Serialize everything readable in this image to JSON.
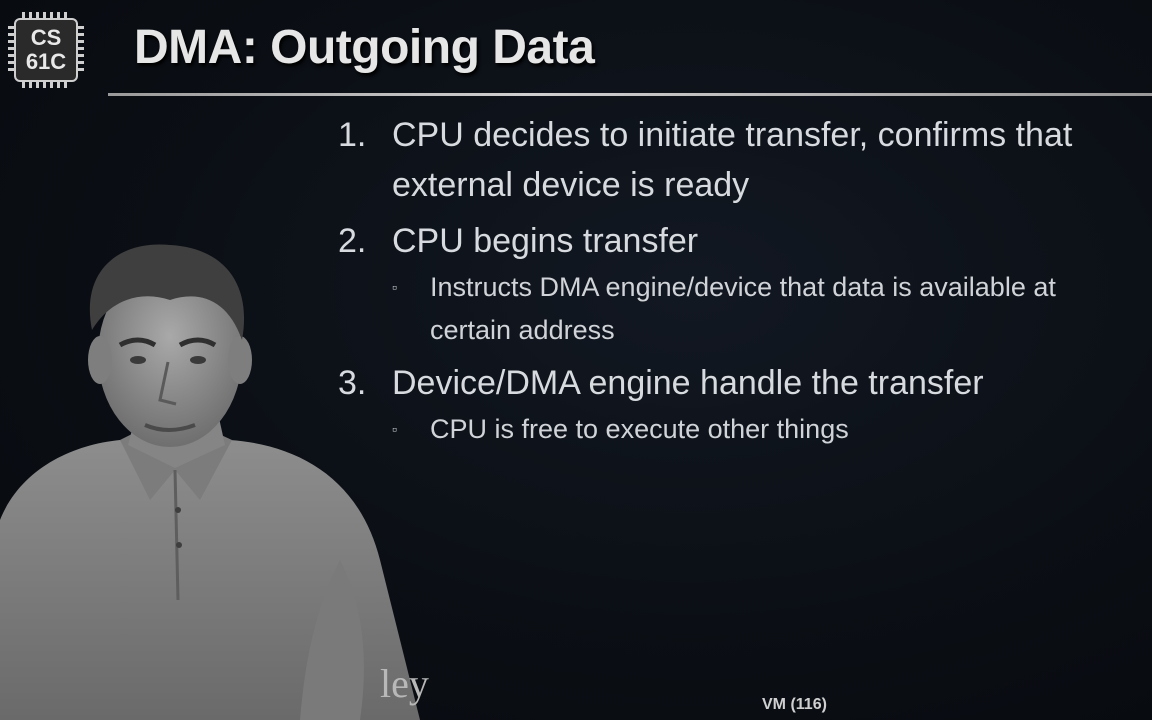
{
  "logo": {
    "line1": "CS",
    "line2": "61C"
  },
  "slide": {
    "title": "DMA: Outgoing Data",
    "items": [
      {
        "number": "1.",
        "text": "CPU decides to initiate transfer, confirms that\nexternal device is ready",
        "subs": []
      },
      {
        "number": "2.",
        "text": "CPU begins transfer",
        "subs": [
          {
            "bullet": "▫",
            "text": "Instructs DMA engine/device that data is available at\ncertain address"
          }
        ]
      },
      {
        "number": "3.",
        "text": "Device/DMA engine handle the transfer",
        "subs": [
          {
            "bullet": "▫",
            "text": "CPU is free to execute other things"
          }
        ]
      }
    ]
  },
  "footer": {
    "left_text": "ley",
    "page": "VM (116)"
  },
  "colors": {
    "background": "#0b0e13",
    "text": "#d7dade",
    "title": "#e6e6e6"
  }
}
